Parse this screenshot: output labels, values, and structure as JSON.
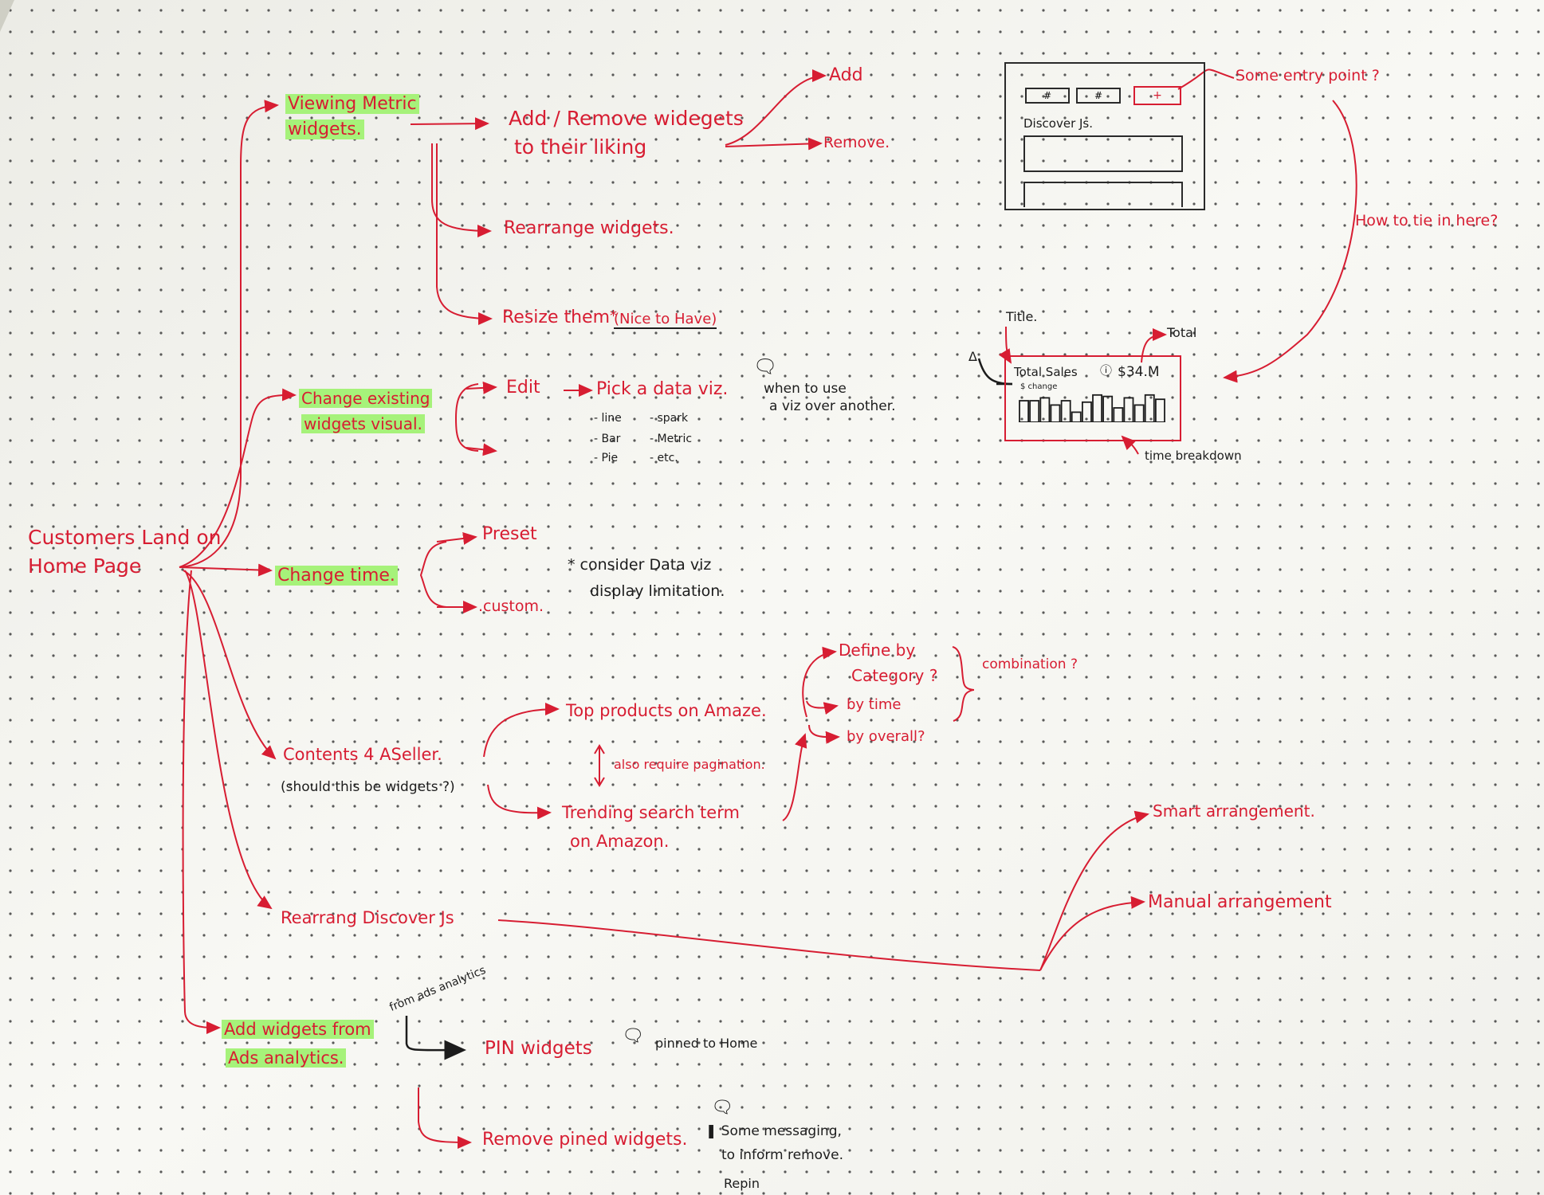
{
  "root": {
    "line1": "Customers Land on",
    "line2": "Home Page"
  },
  "branches": {
    "viewing": {
      "line1": "Viewing Metric",
      "line2": "widgets."
    },
    "change_visual": {
      "line1": "Change existing",
      "line2": "widgets visual."
    },
    "change_time": {
      "label": "Change time."
    },
    "contents": {
      "label": "Contents 4 ASeller.",
      "question": "(should this be widgets ?)"
    },
    "rearrange": {
      "label": "Rearrang Discover Js"
    },
    "add_from_ads": {
      "line1": "Add widgets from",
      "line2": "Ads analytics."
    }
  },
  "viewing_children": {
    "add_remove": {
      "line1": "Add / Remove widegets",
      "line2": "to their liking"
    },
    "add": "Add",
    "remove": "Remove.",
    "rearrange": "Rearrange widgets.",
    "resize": "Resize them",
    "nice_to_have": "(Nice to Have)"
  },
  "visual_children": {
    "edit": "Edit",
    "pick": "Pick a data viz.",
    "note": {
      "line1": "when to use",
      "line2": "a viz over another."
    },
    "options": [
      "- line",
      "- spark",
      "- Bar",
      "- Metric",
      "- Pie",
      "- etc."
    ]
  },
  "time_children": {
    "preset": "Preset",
    "custom": ".custom.",
    "note": {
      "line1": "consider Data viz",
      "line2": "display limitation."
    }
  },
  "contents_children": {
    "top_products": "Top products on Amaze.",
    "pagination": "also require pagination.",
    "trending": {
      "line1": "Trending search term",
      "line2": "on Amazon."
    },
    "define_by": "Define by",
    "category": "Category ?",
    "by_time": "by time",
    "by_overall": "by overall?",
    "combination": "combination ?"
  },
  "rearrange_children": {
    "smart": "Smart arrangement.",
    "manual": "Manual arrangement"
  },
  "ads_children": {
    "from_ads": "from ads analytics",
    "pin": "PIN widgets",
    "pinned_note": "pinned to Home",
    "remove_pinned": "Remove pined widgets.",
    "messaging": {
      "line1": "Some messaging,",
      "line2": "to inform remove.",
      "line3": "Repin"
    }
  },
  "wireframe": {
    "btn1": "#",
    "btn2": "#",
    "btn3": "+",
    "label": "Discover Js.",
    "entry_note": "Some entry point ?",
    "tie_note": "How to tie in here?"
  },
  "widget_sketch": {
    "title_note": "Title.",
    "total_note": "Total",
    "title": "Total Sales",
    "value": "$34.M",
    "change": "$ change",
    "delta": "Δ",
    "time_note": "time breakdown",
    "bar_levels": [
      0.75,
      0.75,
      0.85,
      0.6,
      0.75,
      0.35,
      0.7,
      0.95,
      0.9,
      0.5,
      0.85,
      0.6,
      0.95,
      0.8
    ]
  },
  "colors": {
    "ink_red": "#d71d32",
    "ink_black": "#1c1c1c",
    "highlight": "#a6f27a",
    "paper": "#f7f7f3"
  }
}
